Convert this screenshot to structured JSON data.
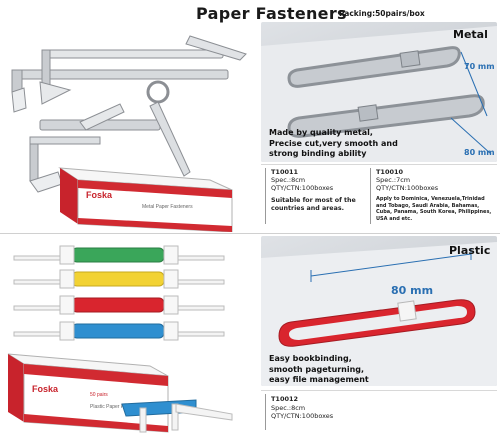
{
  "header": {
    "title": "Paper Fasteners",
    "packing": "Packing:50pairs/box"
  },
  "metal": {
    "section_label": "Metal",
    "dim_top": "70 mm",
    "dim_bottom": "80 mm",
    "feature": "Made by quality metal,\nPrecise cut,very smooth and\nstrong binding ability",
    "box_brand": "Foska",
    "box_text": "Metal Paper Fasteners",
    "products": [
      {
        "code": "T10011",
        "spec": "Spec.:8cm",
        "qty": "QTY/CTN:100boxes",
        "desc": "Suitable for most of the countries and areas."
      },
      {
        "code": "T10010",
        "spec": "Spec.:7cm",
        "qty": "QTY/CTN:100boxes",
        "desc": "Apply to Dominica, Venezuela,Trinidad and Tobago, Saudi Arabia, Bahamas, Cuba, Panama, South Korea, Philippines, USA and etc."
      }
    ]
  },
  "plastic": {
    "section_label": "Plastic",
    "dim": "80 mm",
    "feature": "Easy bookbinding,\nsmooth pageturning,\neasy file management",
    "box_brand": "Foska",
    "box_text": "Plastic Paper Fasteners",
    "box_count": "50 pairs",
    "product": {
      "code": "T10012",
      "spec": "Spec.:8cm",
      "qty": "QTY/CTN:100boxes"
    },
    "colors": [
      "#3aa65a",
      "#f2d233",
      "#d9252e",
      "#2f8fd0"
    ]
  }
}
